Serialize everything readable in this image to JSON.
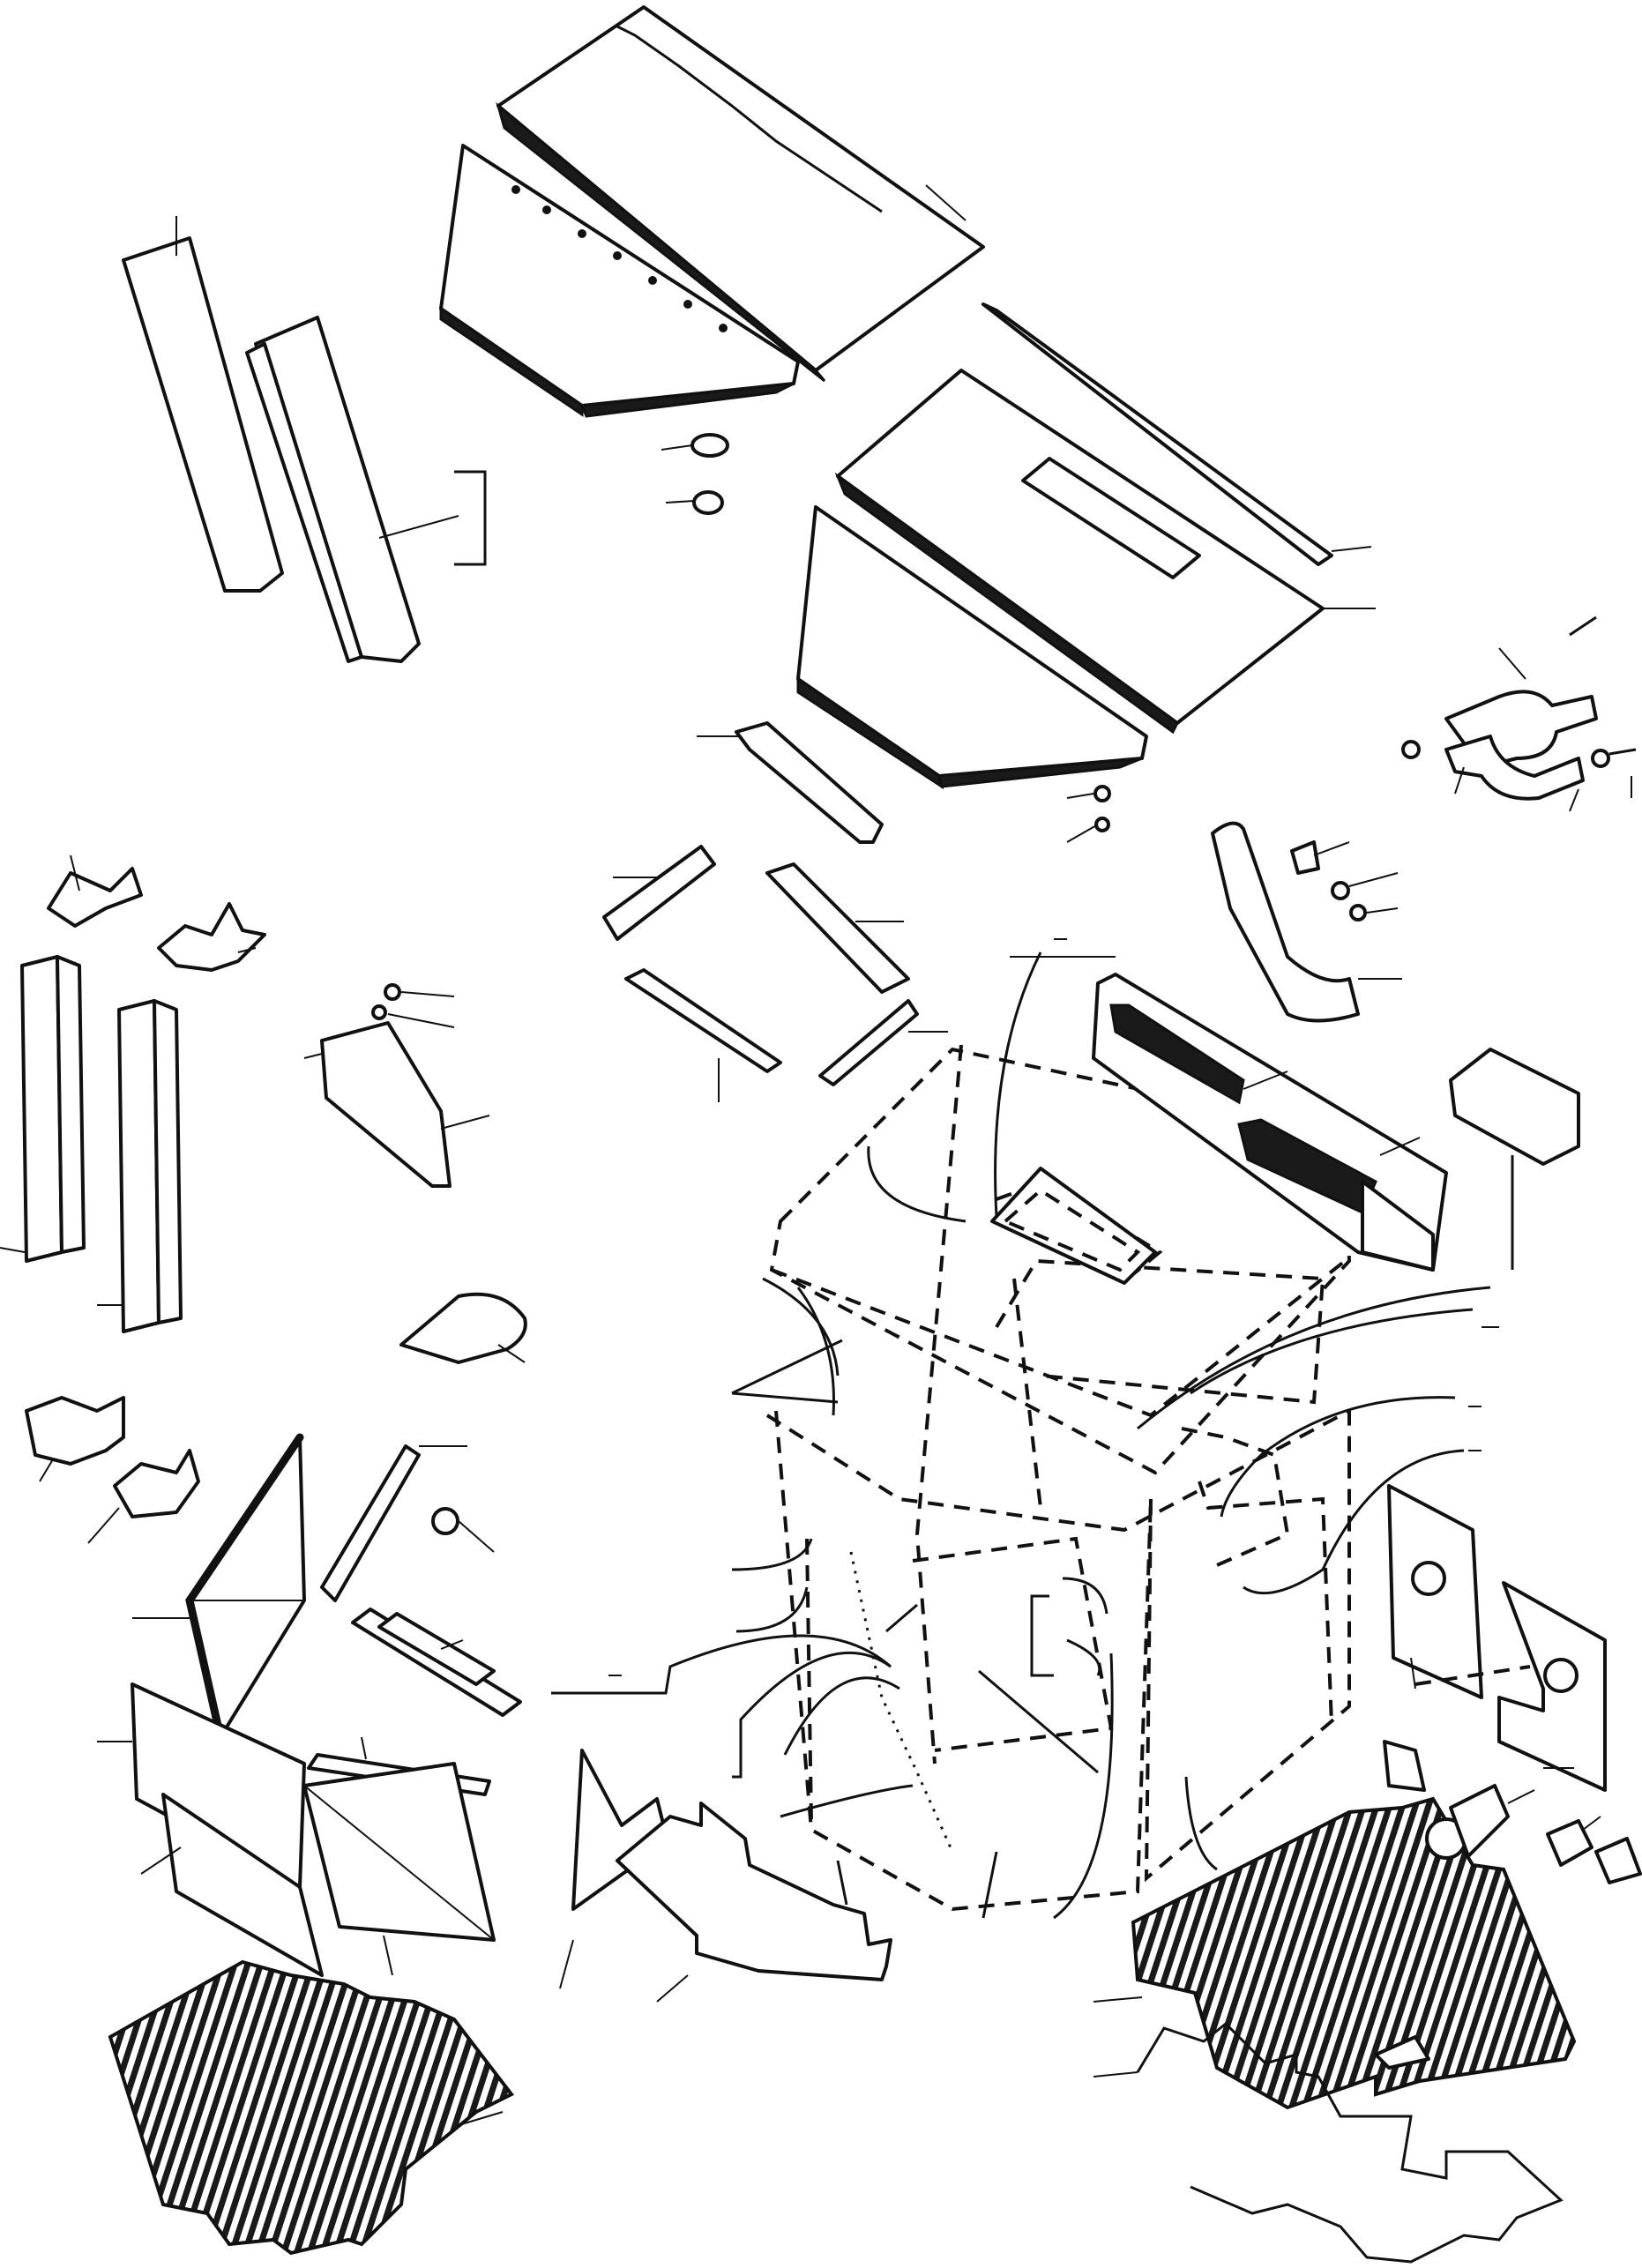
{
  "figure": {
    "callout_numbers": []
  },
  "parts": [
    {
      "id": "roof-panel",
      "icon": "panel"
    },
    {
      "id": "roof-panel-front",
      "icon": "panel"
    },
    {
      "id": "headliner-upper",
      "icon": "panel"
    },
    {
      "id": "headliner-lower",
      "icon": "panel"
    },
    {
      "id": "trim-strip",
      "icon": "strip"
    },
    {
      "id": "pillar-trims",
      "icon": "pillar"
    },
    {
      "id": "channel-left",
      "icon": "channel"
    },
    {
      "id": "channel-right",
      "icon": "channel"
    },
    {
      "id": "grab-handle",
      "icon": "handle"
    },
    {
      "id": "clamp-assembly",
      "icon": "clamp"
    },
    {
      "id": "duct-cover",
      "icon": "cover"
    },
    {
      "id": "instrument-panel",
      "icon": "panel"
    },
    {
      "id": "foam-block",
      "icon": "block"
    },
    {
      "id": "cab-frame",
      "icon": "cab"
    },
    {
      "id": "side-plate-left",
      "icon": "plate"
    },
    {
      "id": "side-plate-right",
      "icon": "plate"
    },
    {
      "id": "floor-mat-rear",
      "icon": "mat"
    },
    {
      "id": "floor-mat-front",
      "icon": "mat"
    },
    {
      "id": "insulation-sheet",
      "icon": "sheet"
    },
    {
      "id": "window-seal",
      "icon": "seal"
    },
    {
      "id": "triangular-panel",
      "icon": "panel"
    },
    {
      "id": "arrow-insulation",
      "icon": "insulation"
    }
  ]
}
